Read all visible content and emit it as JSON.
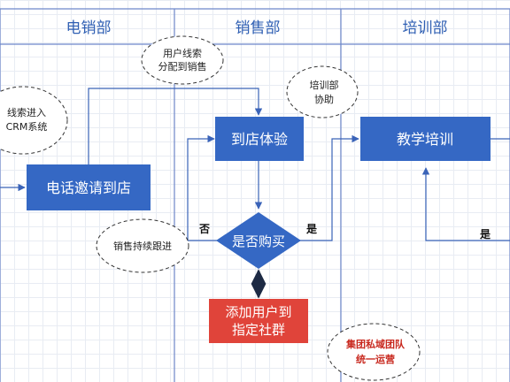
{
  "lanes": {
    "telesales": "电销部",
    "sales": "销售部",
    "training": "培训部"
  },
  "nodes": {
    "phone_invite": "电话邀请到店",
    "store_experience": "到店体验",
    "teaching": "教学培训",
    "decision": "是否购买",
    "add_user_line1": "添加用户到",
    "add_user_line2": "指定社群"
  },
  "notes": {
    "crm_line1": "线索进入",
    "crm_line2": "CRM系统",
    "assign_line1": "用户线索",
    "assign_line2": "分配到销售",
    "training_line1": "培训部",
    "training_line2": "协助",
    "followup": "销售持续跟进",
    "group_line1": "集团私域团队",
    "group_line2": "统一运营"
  },
  "edges": {
    "no": "否",
    "yes": "是",
    "yes_right": "是"
  },
  "colors": {
    "lane_line": "#6d87c9",
    "box_blue": "#3568c4",
    "box_red": "#e0443a",
    "arrow": "#3a63b8",
    "arrow_dark": "#1d2a44",
    "note_red": "#c8281e"
  }
}
